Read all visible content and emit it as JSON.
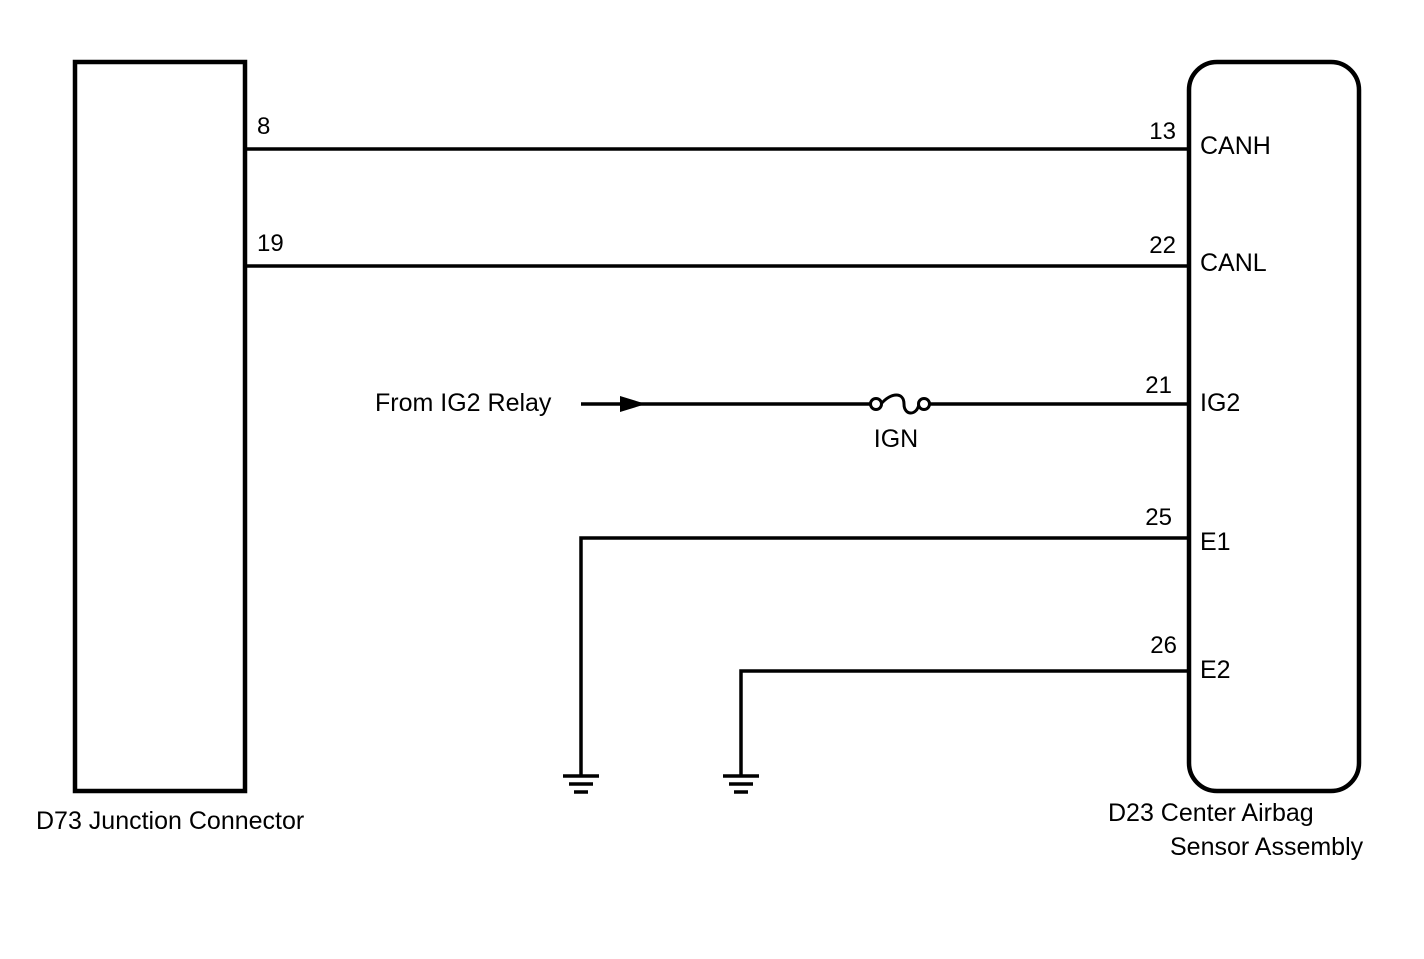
{
  "colors": {
    "line": "#000000",
    "background": "#ffffff"
  },
  "left_component": {
    "name": "D73 Junction Connector"
  },
  "right_component": {
    "name_line1": "D23 Center Airbag",
    "name_line2": "Sensor Assembly"
  },
  "wires": [
    {
      "left_pin": "8",
      "right_pin": "13",
      "signal": "CANH"
    },
    {
      "left_pin": "19",
      "right_pin": "22",
      "signal": "CANL"
    }
  ],
  "power": {
    "source": "From IG2 Relay",
    "fuse": "IGN",
    "right_pin": "21",
    "signal": "IG2"
  },
  "grounds": [
    {
      "right_pin": "25",
      "signal": "E1"
    },
    {
      "right_pin": "26",
      "signal": "E2"
    }
  ],
  "icons": [
    "arrow-right-icon",
    "fuse-icon",
    "ground-icon"
  ]
}
